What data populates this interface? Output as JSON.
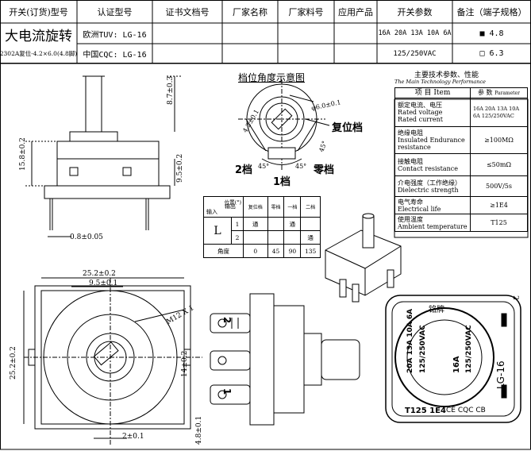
{
  "header": {
    "col_labels": [
      "开关(订货)型号",
      "认证型号",
      "证书文档号",
      "厂家名称",
      "厂家料号",
      "应用产品",
      "开关参数",
      "备注（端子规格）"
    ],
    "model_big": "大电流旋转",
    "model_small": "2302A复位-4.2×6.0(4.8脚)",
    "cert_eu": "欧洲TUV: LG-16",
    "cert_cn": "中国CQC: LG-16",
    "param_1": "16A 20A 13A 10A 6A",
    "param_2": "125/250VAC",
    "note_1": "■ 4.8",
    "note_2": "□ 6.3"
  },
  "diagram_title": "档位角度示意图",
  "angle_labels": {
    "reset": "复位档",
    "second": "2档",
    "zero": "零档",
    "first": "1档",
    "a45a": "45°",
    "a45b": "45°",
    "a45c": "45°",
    "dia": "φ6.0±0.1",
    "r42": "4.2±0.1"
  },
  "dims": {
    "d87": "8.7±0.3",
    "d158": "15.8±0.2",
    "d95": "9.5±0.2",
    "d08": "0.8±0.05",
    "d252a": "25.2±0.2",
    "d95b": "9.5±0.1",
    "m12": "M12 X 1",
    "d252b": "25.2±0.2",
    "d21": "2±0.1",
    "d14": "14±0.2",
    "d48": "4.8±0.1"
  },
  "spec": {
    "title_cn": "主要技术参数、性能",
    "title_en": "The Main Technology Performance",
    "col1_cn": "项 目 Item",
    "col2_cn": "参 数",
    "col2_en": "Parameter",
    "rows": [
      {
        "k1": "额定电流、电压",
        "k2": "Rated voltage",
        "k3": "Rated current",
        "v": "16A 20A 13A 10A 6A 125/250VAC"
      },
      {
        "k1": "绝缘电阻",
        "k2": "Insulated Endurance",
        "k3": "resistance",
        "v": "≥100MΩ"
      },
      {
        "k1": "接触电阻",
        "k2": "Contact resistance",
        "k3": "",
        "v": "≤50mΩ"
      },
      {
        "k1": "介电强度（工作绝缘）",
        "k2": "Dielectric strength",
        "k3": "",
        "v": "500V/5s"
      },
      {
        "k1": "电气寿命",
        "k2": "Electrical life",
        "k3": "",
        "v": "≥1E4"
      },
      {
        "k1": "使用温度",
        "k2": "Ambient temperature",
        "k3": "",
        "v": "T125"
      }
    ]
  },
  "pos_table": {
    "corner_top": "位置(°)",
    "corner_in": "输入",
    "corner_out": "输出",
    "headers": [
      "复位档",
      "零档",
      "一档",
      "二档"
    ],
    "input_label": "L",
    "rows": [
      {
        "out": "1",
        "cells": [
          "通",
          "",
          "通",
          ""
        ]
      },
      {
        "out": "2",
        "cells": [
          "",
          "",
          "",
          "通"
        ]
      }
    ],
    "angle_label": "角度",
    "angles": [
      "0",
      "45",
      "90",
      "135"
    ]
  },
  "product": {
    "top_text": "铭牌",
    "line1": "20A 13A 10A 6A",
    "line2": "125/250VAC",
    "line3": "16A",
    "line4": "125/250VAC",
    "side": "LG-16",
    "bottom": "T125 1E4",
    "marks": "CE CQC CB",
    "num": "2"
  },
  "terminal_marks": {
    "t2": "2",
    "t1": "1"
  }
}
